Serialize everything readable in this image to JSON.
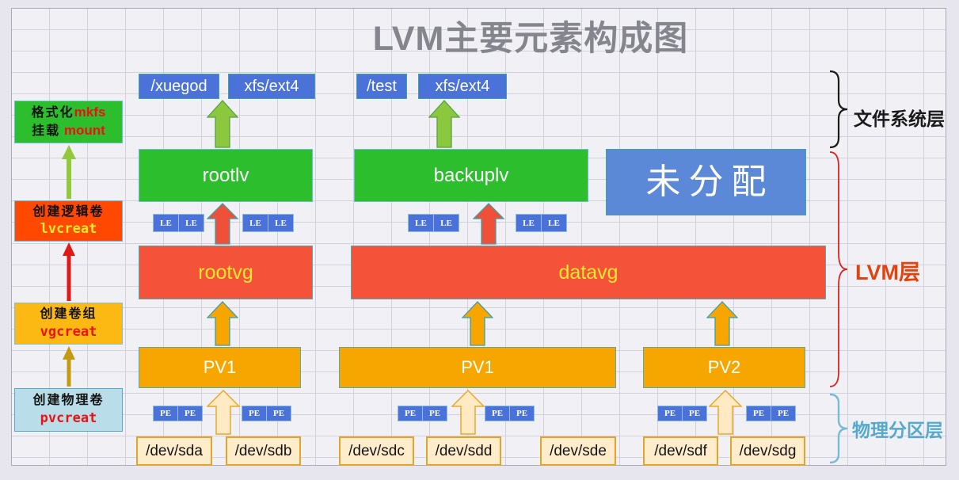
{
  "title": "LVM主要元素构成图",
  "left_panel": {
    "format": {
      "cn1": "格式化",
      "en1": "mkfs",
      "cn2": "挂载",
      "en2": "mount"
    },
    "lv": {
      "cn": "创建逻辑卷",
      "en": "lvcreat"
    },
    "vg": {
      "cn": "创建卷组",
      "en": "vgcreat"
    },
    "pv": {
      "cn": "创建物理卷",
      "en": "pvcreat"
    }
  },
  "filesystem_row": {
    "mounts": [
      {
        "label": "/xuegod"
      },
      {
        "label": "xfs/ext4"
      },
      {
        "label": "/test"
      },
      {
        "label": "xfs/ext4"
      }
    ]
  },
  "lv_row": {
    "items": [
      {
        "label": "rootlv"
      },
      {
        "label": "backuplv"
      }
    ],
    "unallocated": "未分配"
  },
  "vg_row": {
    "items": [
      {
        "label": "rootvg"
      },
      {
        "label": "datavg"
      }
    ]
  },
  "pv_row": {
    "items": [
      {
        "label": "PV1"
      },
      {
        "label": "PV1"
      },
      {
        "label": "PV2"
      }
    ]
  },
  "device_row": {
    "items": [
      {
        "label": "/dev/sda"
      },
      {
        "label": "/dev/sdb"
      },
      {
        "label": "/dev/sdc"
      },
      {
        "label": "/dev/sdd"
      },
      {
        "label": "/dev/sde"
      },
      {
        "label": "/dev/sdf"
      },
      {
        "label": "/dev/sdg"
      }
    ]
  },
  "extent_labels": {
    "le": "LE",
    "pe": "PE"
  },
  "layer_labels": {
    "filesystem": "文件系统层",
    "lvm": "LVM层",
    "physical": "物理分区层"
  },
  "colors": {
    "lv_green": "#2dbe2d",
    "vg_tomato": "#f4533a",
    "pv_orange": "#f7a600",
    "fs_blue": "#4a72d8",
    "unallocated_blue": "#5c88d8",
    "device_cream": "#ffeccb",
    "pvcreate_bg": "#b9dde9",
    "lvm_label": "#e2430e",
    "physical_label": "#55aacb",
    "title_gray": "#85858d"
  }
}
